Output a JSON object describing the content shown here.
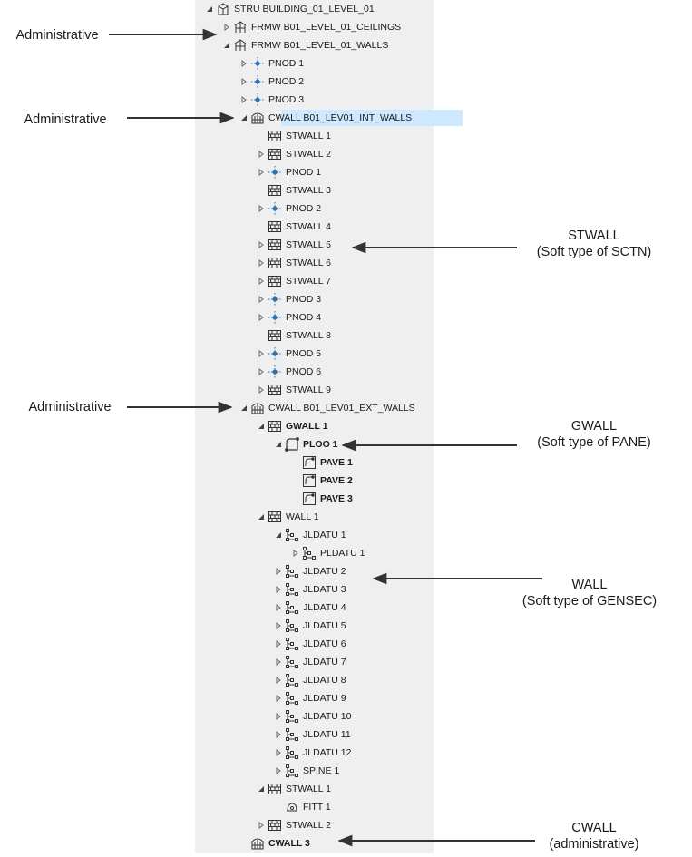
{
  "tree": [
    {
      "label": "STRU BUILDING_01_LEVEL_01",
      "level": 0,
      "expander": "open",
      "icon": "stru-icon"
    },
    {
      "label": "FRMW B01_LEVEL_01_CEILINGS",
      "level": 1,
      "expander": "closed",
      "icon": "frmw-icon"
    },
    {
      "label": "FRMW B01_LEVEL_01_WALLS",
      "level": 1,
      "expander": "open",
      "icon": "frmw-icon"
    },
    {
      "label": "PNOD 1",
      "level": 2,
      "expander": "closed",
      "icon": "pnod-icon"
    },
    {
      "label": "PNOD 2",
      "level": 2,
      "expander": "closed",
      "icon": "pnod-icon"
    },
    {
      "label": "PNOD 3",
      "level": 2,
      "expander": "closed",
      "icon": "pnod-icon"
    },
    {
      "label": "CWALL B01_LEV01_INT_WALLS",
      "level": 2,
      "expander": "open",
      "icon": "cwall-icon",
      "selected": true
    },
    {
      "label": "STWALL 1",
      "level": 3,
      "expander": "none",
      "icon": "wall-grid-icon"
    },
    {
      "label": "STWALL 2",
      "level": 3,
      "expander": "closed",
      "icon": "wall-grid-icon"
    },
    {
      "label": "PNOD 1",
      "level": 3,
      "expander": "closed",
      "icon": "pnod-icon"
    },
    {
      "label": "STWALL 3",
      "level": 3,
      "expander": "none",
      "icon": "wall-grid-icon"
    },
    {
      "label": "PNOD 2",
      "level": 3,
      "expander": "closed",
      "icon": "pnod-icon"
    },
    {
      "label": "STWALL 4",
      "level": 3,
      "expander": "none",
      "icon": "wall-grid-icon"
    },
    {
      "label": "STWALL 5",
      "level": 3,
      "expander": "closed",
      "icon": "wall-grid-icon"
    },
    {
      "label": "STWALL 6",
      "level": 3,
      "expander": "closed",
      "icon": "wall-grid-icon"
    },
    {
      "label": "STWALL 7",
      "level": 3,
      "expander": "closed",
      "icon": "wall-grid-icon"
    },
    {
      "label": "PNOD 3",
      "level": 3,
      "expander": "closed",
      "icon": "pnod-icon"
    },
    {
      "label": "PNOD 4",
      "level": 3,
      "expander": "closed",
      "icon": "pnod-icon"
    },
    {
      "label": "STWALL 8",
      "level": 3,
      "expander": "none",
      "icon": "wall-grid-icon"
    },
    {
      "label": "PNOD 5",
      "level": 3,
      "expander": "closed",
      "icon": "pnod-icon"
    },
    {
      "label": "PNOD 6",
      "level": 3,
      "expander": "closed",
      "icon": "pnod-icon"
    },
    {
      "label": "STWALL 9",
      "level": 3,
      "expander": "closed",
      "icon": "wall-grid-icon"
    },
    {
      "label": "CWALL B01_LEV01_EXT_WALLS",
      "level": 2,
      "expander": "open",
      "icon": "cwall-icon"
    },
    {
      "label": "GWALL 1",
      "level": 3,
      "expander": "open",
      "icon": "wall-grid-icon",
      "bold": true
    },
    {
      "label": "PLOO 1",
      "level": 4,
      "expander": "open",
      "icon": "ploo-icon",
      "bold": true
    },
    {
      "label": "PAVE 1",
      "level": 5,
      "expander": "none",
      "icon": "pave-icon",
      "bold": true
    },
    {
      "label": "PAVE 2",
      "level": 5,
      "expander": "none",
      "icon": "pave-icon",
      "bold": true
    },
    {
      "label": "PAVE 3",
      "level": 5,
      "expander": "none",
      "icon": "pave-icon",
      "bold": true
    },
    {
      "label": "WALL 1",
      "level": 3,
      "expander": "open",
      "icon": "wall-grid-icon"
    },
    {
      "label": "JLDATU 1",
      "level": 4,
      "expander": "open",
      "icon": "jldatu-icon"
    },
    {
      "label": "PLDATU 1",
      "level": 5,
      "expander": "closed",
      "icon": "jldatu-icon"
    },
    {
      "label": "JLDATU 2",
      "level": 4,
      "expander": "closed",
      "icon": "jldatu-icon"
    },
    {
      "label": "JLDATU 3",
      "level": 4,
      "expander": "closed",
      "icon": "jldatu-icon"
    },
    {
      "label": "JLDATU 4",
      "level": 4,
      "expander": "closed",
      "icon": "jldatu-icon"
    },
    {
      "label": "JLDATU 5",
      "level": 4,
      "expander": "closed",
      "icon": "jldatu-icon"
    },
    {
      "label": "JLDATU 6",
      "level": 4,
      "expander": "closed",
      "icon": "jldatu-icon"
    },
    {
      "label": "JLDATU 7",
      "level": 4,
      "expander": "closed",
      "icon": "jldatu-icon"
    },
    {
      "label": "JLDATU 8",
      "level": 4,
      "expander": "closed",
      "icon": "jldatu-icon"
    },
    {
      "label": "JLDATU 9",
      "level": 4,
      "expander": "closed",
      "icon": "jldatu-icon"
    },
    {
      "label": "JLDATU 10",
      "level": 4,
      "expander": "closed",
      "icon": "jldatu-icon"
    },
    {
      "label": "JLDATU 11",
      "level": 4,
      "expander": "closed",
      "icon": "jldatu-icon"
    },
    {
      "label": "JLDATU 12",
      "level": 4,
      "expander": "closed",
      "icon": "jldatu-icon"
    },
    {
      "label": "SPINE 1",
      "level": 4,
      "expander": "closed",
      "icon": "jldatu-icon"
    },
    {
      "label": "STWALL 1",
      "level": 3,
      "expander": "open",
      "icon": "wall-grid-icon"
    },
    {
      "label": "FITT 1",
      "level": 4,
      "expander": "none",
      "icon": "fitt-icon"
    },
    {
      "label": "STWALL 2",
      "level": 3,
      "expander": "closed",
      "icon": "wall-grid-icon"
    },
    {
      "label": "CWALL 3",
      "level": 2,
      "expander": "none",
      "icon": "cwall-icon",
      "bold": true
    }
  ],
  "annotations": {
    "admin_1": "Administrative",
    "admin_2": "Administrative",
    "admin_3": "Administrative",
    "stwall_title": "STWALL",
    "stwall_sub": "(Soft type of SCTN)",
    "gwall_title": "GWALL",
    "gwall_sub": "(Soft type of PANE)",
    "wall_title": "WALL",
    "wall_sub": "(Soft type of GENSEC)",
    "cwall_title": "CWALL",
    "cwall_sub": "(administrative)"
  },
  "colors": {
    "panel_bg": "#efefef",
    "selection": "#cde8ff",
    "text": "#1a1a1a",
    "arrow": "#333333"
  }
}
